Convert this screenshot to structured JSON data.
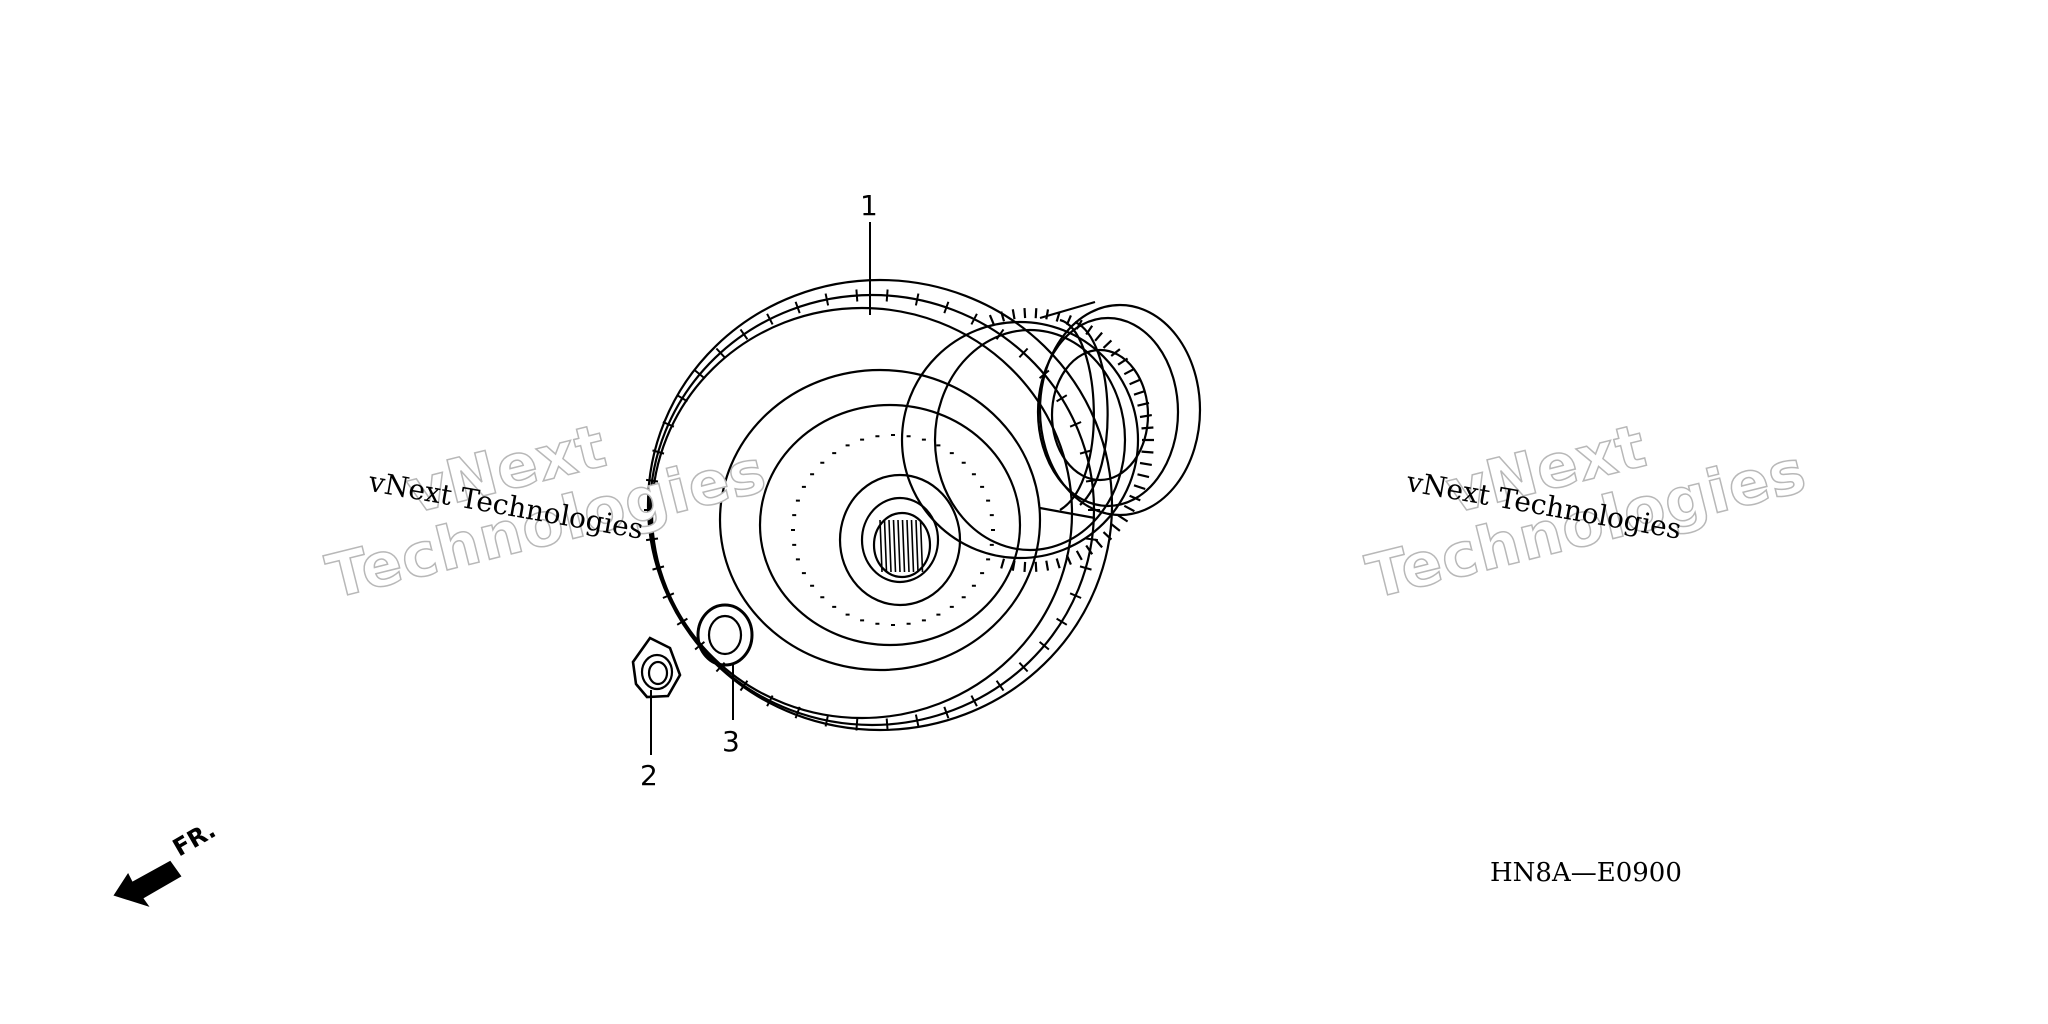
{
  "callouts": {
    "part_1": "1",
    "part_2": "2",
    "part_3": "3"
  },
  "watermarks": {
    "left_small": "vNext Technologies",
    "left_big_1": "vNext",
    "left_big_2": "Technologies",
    "right_small": "vNext Technologies",
    "right_big_1": "vNext",
    "right_big_2": "Technologies"
  },
  "figure_code": "HN8A—E0900",
  "front_indicator": "FR.",
  "colors": {
    "line": "#000000",
    "watermark_outline": "#b8b8b8",
    "background": "#ffffff"
  }
}
